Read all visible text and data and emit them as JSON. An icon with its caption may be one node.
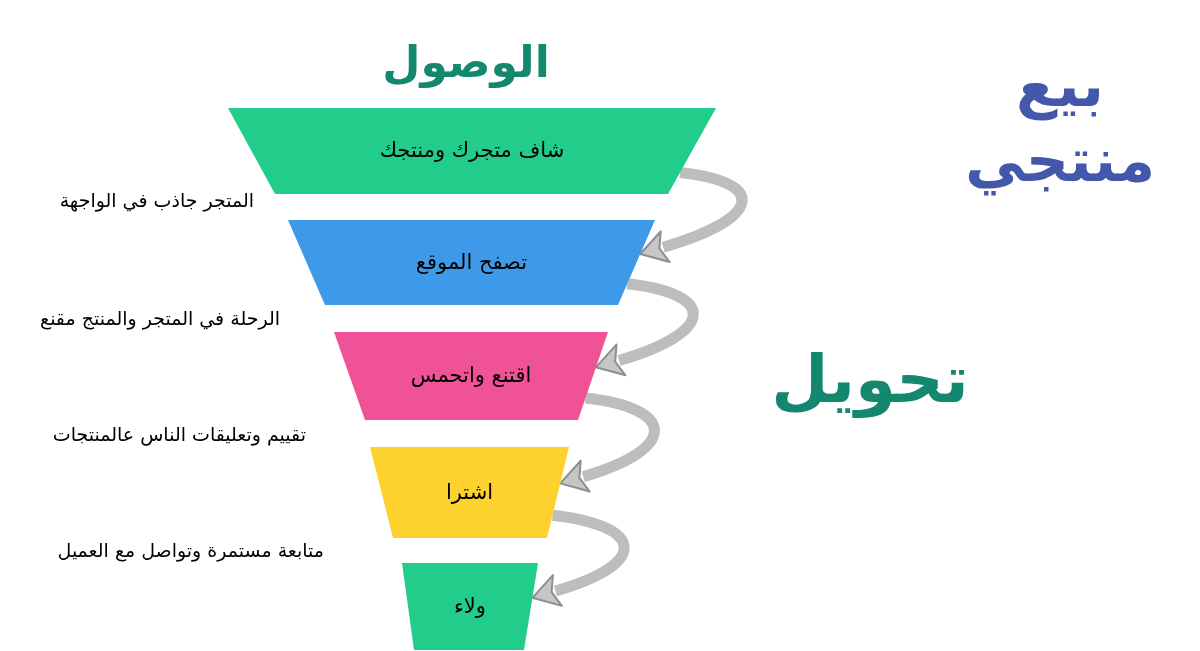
{
  "diagram": {
    "title": "بيع منتجي",
    "nodes": [
      {
        "text": [
          "شاف متجرك ومنتجك"
        ]
      },
      {
        "text": [
          "تصفح الموقع"
        ]
      },
      {
        "text": [
          "اقتنع واتحمس"
        ]
      },
      {
        "text": [
          "اشترا"
        ]
      },
      {
        "text": [
          "ولاء"
        ]
      }
    ],
    "edges": [
      {
        "from": 0,
        "to": 1,
        "arrow": "to"
      },
      {
        "from": 1,
        "to": 2,
        "arrow": "to"
      },
      {
        "from": 2,
        "to": 3,
        "arrow": "to"
      },
      {
        "from": 3,
        "to": 4,
        "arrow": "to"
      }
    ],
    "labels": [
      "الوصول",
      "المتجر جاذب في الواجهة",
      "الرحلة في المتجر والمنتج مقنع",
      "تحويل",
      "تقييم وتعليقات الناس عالمنتجات",
      "متابعة مستمرة وتواصل مع العميل"
    ]
  }
}
